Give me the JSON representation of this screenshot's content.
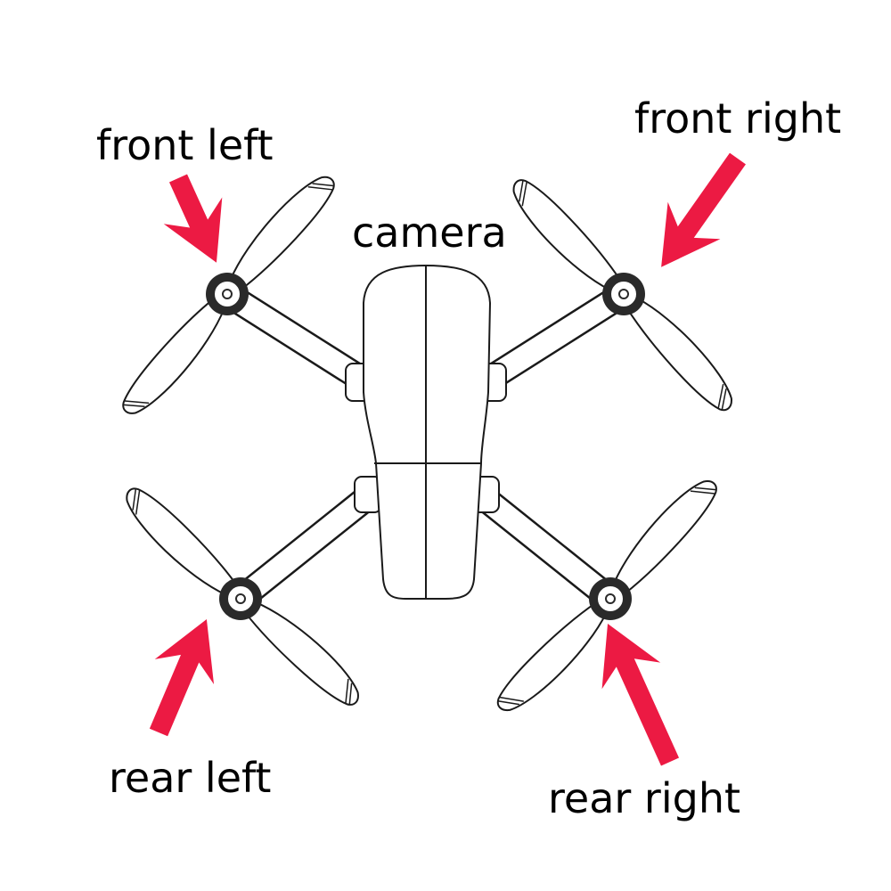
{
  "labels": {
    "front_left": "front left",
    "front_right": "front right",
    "camera": "camera",
    "rear_left": "rear left",
    "rear_right": "rear right"
  },
  "colors": {
    "arrow": "#ec1a43",
    "line": "#1a1a1a",
    "motor": "#2a2a2a"
  }
}
